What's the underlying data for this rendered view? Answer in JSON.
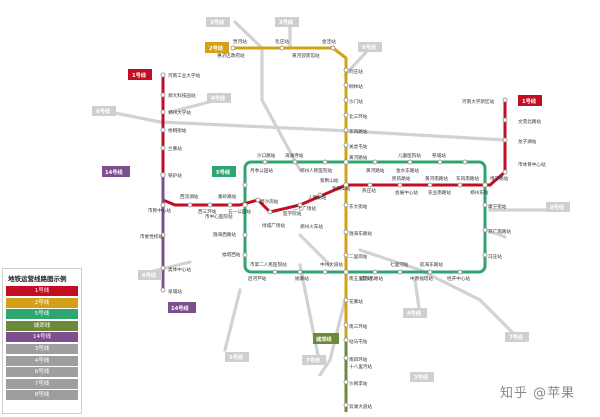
{
  "colors": {
    "line1": "#c30d23",
    "line2": "#d4a017",
    "line5": "#2fa66f",
    "chengjiao": "#6b8a3a",
    "line14": "#7d4f8f",
    "planned": "#cccccc"
  },
  "legend": {
    "title": "地铁运营线路图示例",
    "items": [
      {
        "label": "1号线",
        "color": "#c30d23"
      },
      {
        "label": "2号线",
        "color": "#d4a017"
      },
      {
        "label": "5号线",
        "color": "#2fa66f"
      },
      {
        "label": "城郊线",
        "color": "#6b8a3a"
      },
      {
        "label": "14号线",
        "color": "#7d4f8f"
      },
      {
        "label": "3号线",
        "color": "#9e9e9e"
      },
      {
        "label": "4号线",
        "color": "#9e9e9e"
      },
      {
        "label": "6号线",
        "color": "#9e9e9e"
      },
      {
        "label": "7号线",
        "color": "#9e9e9e"
      },
      {
        "label": "8号线",
        "color": "#9e9e9e"
      }
    ]
  },
  "line_tags": {
    "line1_west": "1号线",
    "line1_east": "1号线",
    "line2": "2号线",
    "line5": "5号线",
    "line14_top": "14号线",
    "line14_bottom": "14号线",
    "chengjiao": "城郊线",
    "gray": [
      "3号线",
      "3号线",
      "6号线",
      "4号线",
      "8号线",
      "8号线",
      "6号线",
      "4号线",
      "7号线",
      "3号线",
      "3号线",
      "7号线"
    ]
  },
  "stations": {
    "line2": [
      "贾河站",
      "毛庄站",
      "金洼站",
      "惠济区政府站",
      "黄河迎宾馆站",
      "刘庄站",
      "柳林站",
      "沙门站",
      "北三环站",
      "东风路站",
      "关虎屯站",
      "黄河路站",
      "紫荆山站",
      "东大街站",
      "陇海东路站",
      "二里岗站",
      "南五里堡站",
      "花寨站",
      "南三环站",
      "站马屯站",
      "南四环站"
    ],
    "line1": [
      "河南工业大学站",
      "郑大科技园站",
      "郑州大学站",
      "梧桐街站",
      "兰寨站",
      "铁炉站",
      "市民中心站",
      "西流湖站",
      "西三环站",
      "秦岭路站",
      "五一公园站",
      "碧沙岗站",
      "绿城广场站",
      "医学院站",
      "郑州火车站",
      "二七广场站",
      "人民路站",
      "紫荆山站",
      "燕庄站",
      "民航路站",
      "会展中心站",
      "黄河南路站",
      "农业南路站",
      "东风南路站",
      "郑州东站",
      "博学路站",
      "市体育中心站",
      "龙子湖站",
      "文苑北路站",
      "河南大学新区站"
    ],
    "line5": [
      "沙口路站",
      "海滩寺站",
      "月季公园站",
      "市中心医院站",
      "陇海西路站",
      "福塔西站",
      "郑州人民医院站",
      "黄河路站",
      "金水东路站",
      "儿童医院站",
      "祭城站",
      "康宁街站",
      "京广南路站",
      "冯庄站",
      "中原福塔站",
      "航海东路站",
      "经开中心站",
      "七里河站",
      "城东南路站",
      "姚寨站",
      "市第二人民医院站",
      "后河芦站",
      "中州大道站"
    ],
    "chengjiao": [
      "十八里河站",
      "沙窝李站",
      "双湖大道站"
    ],
    "line14": [
      "市委党校站",
      "奥体中心站",
      "泉城站"
    ]
  },
  "watermark": "知乎 @苹果"
}
